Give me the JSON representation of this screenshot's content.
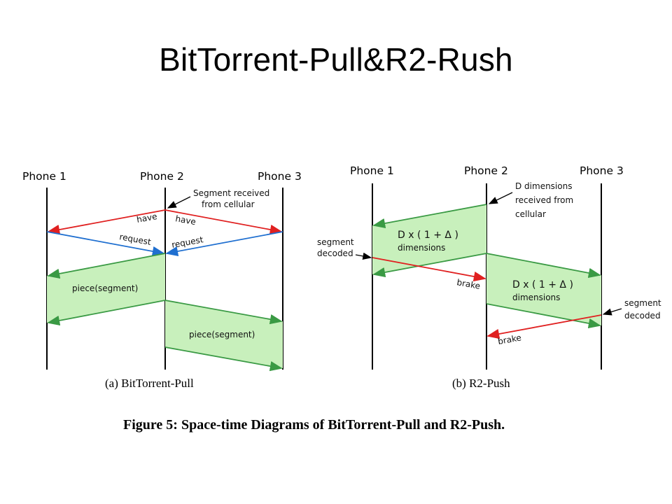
{
  "slide": {
    "title": "BitTorrent-Pull&R2-Rush",
    "caption": "Figure 5:  Space-time Diagrams of BitTorrent-Pull and R2-Push."
  },
  "diagram_a": {
    "subcaption": "(a) BitTorrent-Pull",
    "phones": [
      "Phone 1",
      "Phone 2",
      "Phone 3"
    ],
    "annotation": [
      "Segment received",
      "from cellular"
    ],
    "labels": {
      "have": "have",
      "request": "request",
      "piece": "piece(segment)"
    }
  },
  "diagram_b": {
    "subcaption": "(b) R2-Push",
    "phones": [
      "Phone 1",
      "Phone 2",
      "Phone 3"
    ],
    "annotation": [
      "D dimensions",
      "received from",
      "cellular"
    ],
    "block_label": [
      "D x ( 1 + Δ )",
      "dimensions"
    ],
    "segment_decoded": [
      "segment",
      "decoded"
    ],
    "brake": "brake"
  },
  "colors": {
    "red": "#e02020",
    "blue": "#1f6fd0",
    "green": "#3a9a44",
    "fill": "#c8f0bc"
  }
}
